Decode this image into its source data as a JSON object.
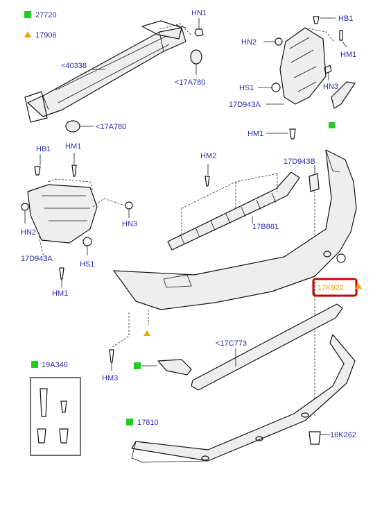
{
  "legend": {
    "green_code": "27720",
    "orange_code": "17906",
    "green_color": "#22cc22",
    "orange_color": "#f0a000"
  },
  "callouts": {
    "hn1_top": "HN1",
    "reinforcement": "<40338",
    "cap_right": "<17A780",
    "cap_left": "<17A780",
    "hb1_right": "HB1",
    "hn2_right": "HN2",
    "hm1_right_top": "HM1",
    "hs1_right": "HS1",
    "hn3_right": "HN3",
    "bracket_right": "17D943A",
    "hm1_right_bottom": "HM1",
    "hb1_left": "HB1",
    "hm1_left_top": "HM1",
    "hm2_mid": "HM2",
    "bracket_top": "17D943B",
    "hn3_left": "HN3",
    "hn2_left": "HN2",
    "hs1_left": "HS1",
    "bracket_left": "17D943A",
    "hm1_left_bottom": "HM1",
    "energy_absorber": "17B861",
    "cover_highlight": "17K922",
    "strip": "<17C773",
    "hm3": "HM3",
    "kit": "19A346",
    "valance": "17810",
    "nut": "16K262"
  },
  "highlight_color": "#cc0000"
}
